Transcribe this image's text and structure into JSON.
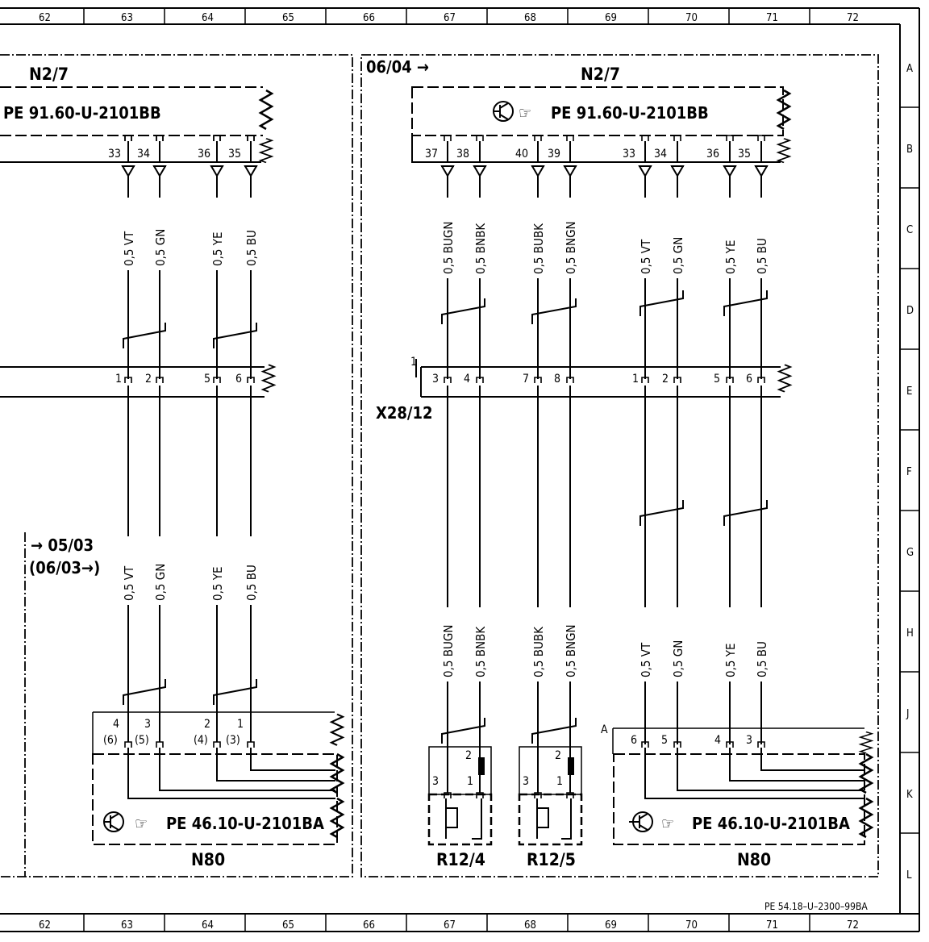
{
  "grid": {
    "columns": [
      "62",
      "63",
      "64",
      "65",
      "66",
      "67",
      "68",
      "69",
      "70",
      "71",
      "72"
    ],
    "rows": [
      "A",
      "B",
      "C",
      "D",
      "E",
      "F",
      "G",
      "H",
      "J",
      "K",
      "L"
    ]
  },
  "left_panel": {
    "top_component": "N2/7",
    "top_doc_ref": "PE 91.60-U-2101BB",
    "top_pins": [
      "33",
      "34",
      "36",
      "35"
    ],
    "upper_wire_labels": [
      "0,5 VT",
      "0,5 GN",
      "0,5 YE",
      "0,5 BU"
    ],
    "connector_pins": [
      "1",
      "2",
      "5",
      "6"
    ],
    "page_ref_line1": "→ 05/03",
    "page_ref_line2": "(06/03→)",
    "lower_wire_labels": [
      "0,5 VT",
      "0,5 GN",
      "0,5 YE",
      "0,5 BU"
    ],
    "bottom_pins": [
      "4",
      "3",
      "2",
      "1"
    ],
    "bottom_pins_alt": [
      "(6)",
      "(5)",
      "(4)",
      "(3)"
    ],
    "bottom_doc_ref": "PE 46.10-U-2101BA",
    "bottom_component": "N80"
  },
  "right_panel": {
    "page_ref": "06/04 →",
    "top_component": "N2/7",
    "top_doc_ref": "PE 91.60-U-2101BB",
    "top_pins": [
      "37",
      "38",
      "40",
      "39",
      "33",
      "34",
      "36",
      "35"
    ],
    "upper_wire_labels": [
      "0,5 BUGN",
      "0,5 BNBK",
      "0,5 BUBK",
      "0,5 BNGN",
      "0,5 VT",
      "0,5 GN",
      "0,5 YE",
      "0,5 BU"
    ],
    "connector_name": "X28/12",
    "connector_lead_pin": "1",
    "connector_pins": [
      "3",
      "4",
      "7",
      "8",
      "1",
      "2",
      "5",
      "6"
    ],
    "lower_wire_labels": [
      "0,5 BUGN",
      "0,5 BNBK",
      "0,5 BUBK",
      "0,5 BNGN",
      "0,5 VT",
      "0,5 GN",
      "0,5 YE",
      "0,5 BU"
    ],
    "sensor_1": {
      "name": "R12/4",
      "pins": [
        "3",
        "2",
        "1"
      ]
    },
    "sensor_2": {
      "name": "R12/5",
      "pins": [
        "3",
        "2",
        "1"
      ]
    },
    "n80_marker": "A",
    "n80_pins": [
      "6",
      "5",
      "4",
      "3"
    ],
    "bottom_doc_ref": "PE 46.10-U-2101BA",
    "bottom_component": "N80"
  },
  "footer_ref": "PE 54.18–U–2300–99BA"
}
